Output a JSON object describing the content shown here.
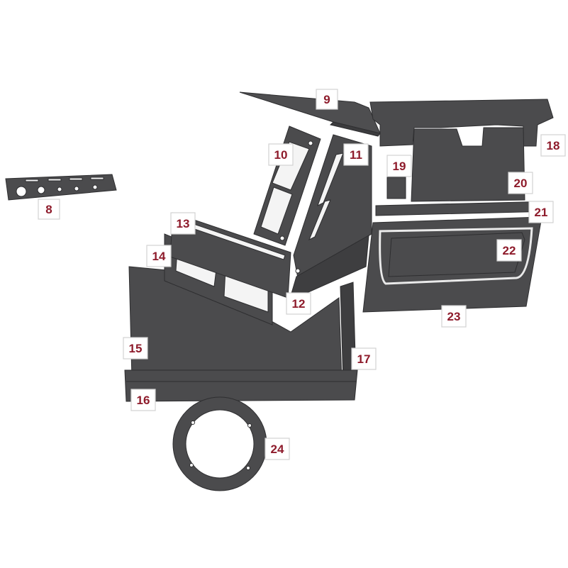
{
  "colors": {
    "panel": "#4b4b4d",
    "panel_dark": "#3c3c3e",
    "panel_light": "#5a5a5c",
    "cutout": "#f4f4f4",
    "label_text": "#8e1b2b",
    "label_border": "#d2d2d2"
  },
  "parts": [
    {
      "key": "p8",
      "label": "8"
    },
    {
      "key": "p9",
      "label": "9"
    },
    {
      "key": "p10",
      "label": "10"
    },
    {
      "key": "p11",
      "label": "11"
    },
    {
      "key": "p12",
      "label": "12"
    },
    {
      "key": "p13",
      "label": "13"
    },
    {
      "key": "p14",
      "label": "14"
    },
    {
      "key": "p15",
      "label": "15"
    },
    {
      "key": "p16",
      "label": "16"
    },
    {
      "key": "p17",
      "label": "17"
    },
    {
      "key": "p18",
      "label": "18"
    },
    {
      "key": "p19",
      "label": "19"
    },
    {
      "key": "p20",
      "label": "20"
    },
    {
      "key": "p21",
      "label": "21"
    },
    {
      "key": "p22",
      "label": "22"
    },
    {
      "key": "p23",
      "label": "23"
    },
    {
      "key": "p24",
      "label": "24"
    }
  ]
}
